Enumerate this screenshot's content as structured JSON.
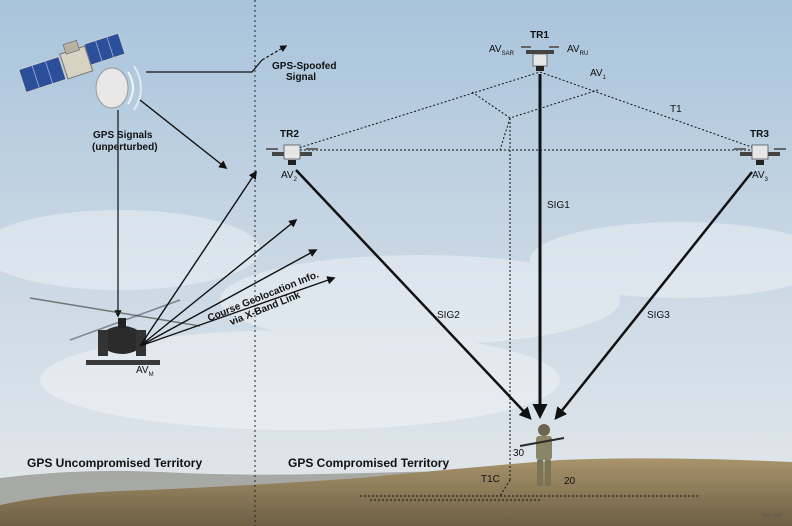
{
  "labels": {
    "spoofed_signal_line1": "GPS-Spoofed",
    "spoofed_signal_line2": "Signal",
    "gps_signals_line1": "GPS Signals",
    "gps_signals_line2": "(unperturbed)",
    "geo_info_line1": "Course Geolocation Info.",
    "geo_info_line2": "via X-Band Link",
    "tr1": "TR1",
    "tr2": "TR2",
    "tr3": "TR3",
    "av": "AV",
    "av_sar_sub": "SAR",
    "av_ru_sub": "RU",
    "av1_sub": "1",
    "av2_sub": "2",
    "av3_sub": "3",
    "avm_sub": "M",
    "t1": "T1",
    "sig1": "SIG1",
    "sig2": "SIG2",
    "sig3": "SIG3",
    "t1c": "T1C",
    "angle_30": "30",
    "angle_20": "20",
    "uncompromised": "GPS Uncompromised Territory",
    "compromised": "GPS Compromised Territory",
    "corner_tag": "Misc-563"
  },
  "colors": {
    "sky_top": "#aac6de",
    "sky_bottom": "#dde6ec",
    "ground": "#8a7a5c",
    "line": "#111111"
  }
}
